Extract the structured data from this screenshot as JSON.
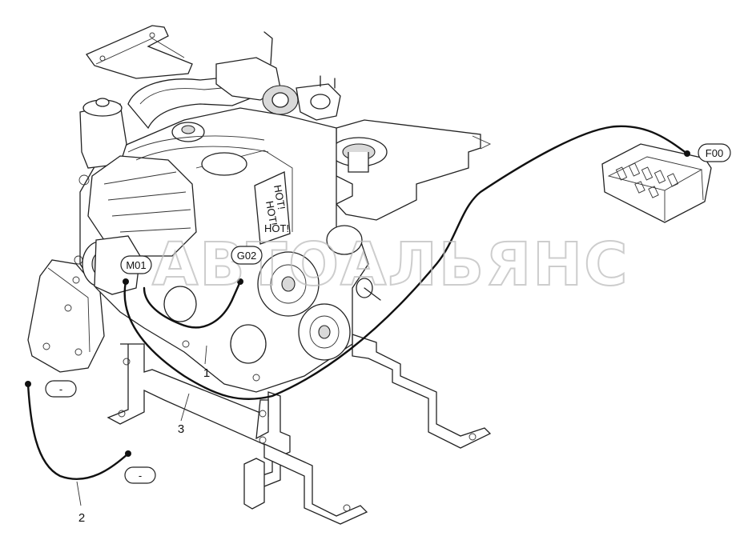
{
  "callouts": {
    "item_1": "1",
    "item_2": "2",
    "item_3": "3"
  },
  "connectors": {
    "m01": "M01",
    "g02": "G02",
    "f00": "F00",
    "blank_a": "-",
    "blank_b": "-"
  },
  "engine_label": {
    "line1": "HOT!",
    "line2": "HOT!",
    "line3": "HOT!"
  },
  "watermark": "АВТОАЛЬЯНС"
}
